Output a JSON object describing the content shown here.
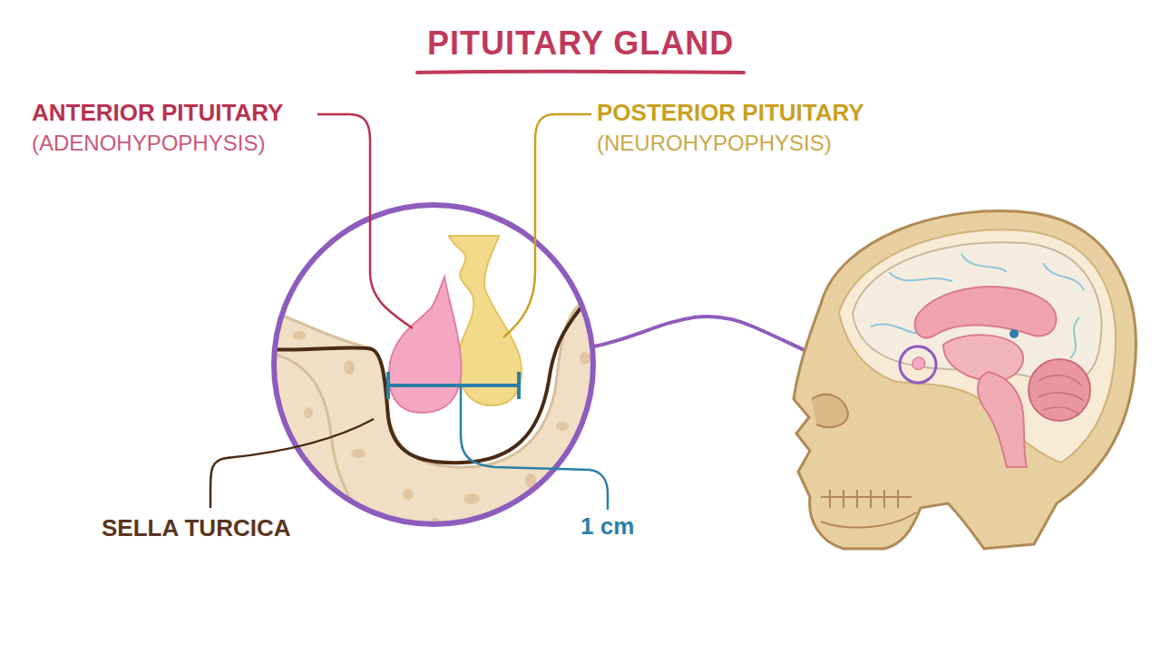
{
  "diagram": {
    "title": "PITUITARY GLAND",
    "labels": [
      "ANTERIOR PITUITARY",
      "(ADENOHYPOPHYSIS)",
      "POSTERIOR PITUITARY",
      "(NEUROHYPOPHYSIS)",
      "SELLA TURCICA",
      "1 cm"
    ]
  }
}
